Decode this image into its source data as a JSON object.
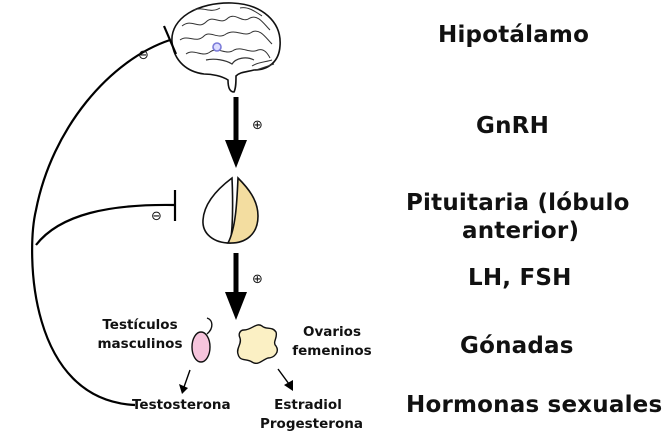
{
  "stages": {
    "hypothalamus": "Hipotálamo",
    "gnrh": "GnRH",
    "pituitary_line1": "Pituitaria (lóbulo",
    "pituitary_line2": "anterior)",
    "lh_fsh": "LH, FSH",
    "gonads": "Gónadas",
    "sex_hormones": "Hormonas sexuales"
  },
  "labels": {
    "testes_line1": "Testículos",
    "testes_line2": "masculinos",
    "ovaries_line1": "Ovarios",
    "ovaries_line2": "femeninos",
    "testosterone": "Testosterona",
    "estradiol": "Estradiol",
    "progesterone": "Progesterona"
  },
  "signs": {
    "stimulate": "⊕",
    "inhibit": "⊖"
  },
  "colors": {
    "pituitary_fill": "#f3dda0",
    "testis_fill": "#f6c4dc",
    "ovary_fill": "#fbf0c4",
    "hypothalamus_marker": "#7a7ad8"
  }
}
